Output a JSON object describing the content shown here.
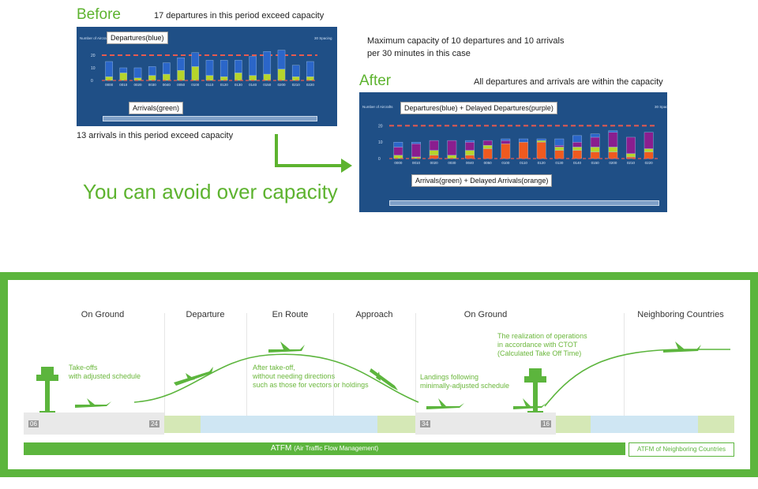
{
  "top": {
    "before_title": "Before",
    "after_title": "After",
    "before_note_top": "17 departures in this period exceed capacity",
    "before_note_bottom": "13 arrivals in this period exceed capacity",
    "max_capacity_note_line1": "Maximum capacity of 10 departures and 10 arrivals",
    "max_capacity_note_line2": "per 30 minutes in this case",
    "after_note_top": "All departures and arrivals are within the capacity",
    "slogan": "You can avoid over capacity",
    "before_callout_dep": "Departures(blue)",
    "before_callout_arr": "Arrivals(green)",
    "after_callout_dep": "Departures(blue) + Delayed Departures(purple)",
    "after_callout_arr": "Arrivals(green) + Delayed Arrivals(orange)",
    "y_axis_label": "Number of Aircrafts",
    "y_axis_right": "30 Spacing",
    "y_tick_20": "20",
    "y_tick_10": "10",
    "y_tick_0": "0"
  },
  "colors": {
    "panel": "#1f4f86",
    "departures": "#2b66c9",
    "arrivals": "#b6d52b",
    "delayed_departures": "#8a1e8f",
    "delayed_arrivals": "#ef5a1f",
    "capacity_line": "#e85a4f",
    "brand_green": "#5db32f"
  },
  "chart_data": [
    {
      "type": "bar",
      "title": "Before",
      "categories": [
        "0000",
        "0010",
        "0020",
        "0030",
        "0040",
        "0050",
        "0100",
        "0110",
        "0120",
        "0130",
        "0140",
        "0150",
        "0200",
        "0210",
        "0220"
      ],
      "series": [
        {
          "name": "Departures(blue)",
          "values": [
            12,
            4,
            8,
            7,
            9,
            10,
            11,
            12,
            13,
            10,
            15,
            18,
            15,
            9,
            12
          ]
        },
        {
          "name": "Arrivals(green)",
          "values": [
            3,
            6,
            2,
            4,
            5,
            8,
            11,
            4,
            3,
            6,
            4,
            5,
            9,
            3,
            3
          ]
        }
      ],
      "ylim": [
        0,
        25
      ]
    },
    {
      "type": "bar",
      "title": "After",
      "categories": [
        "0000",
        "0010",
        "0020",
        "0030",
        "0040",
        "0050",
        "0100",
        "0110",
        "0120",
        "0130",
        "0140",
        "0150",
        "0200",
        "0210",
        "0220"
      ],
      "series": [
        {
          "name": "Departures(blue)",
          "values": [
            3,
            1,
            0,
            0,
            1,
            0,
            1,
            2,
            1,
            4,
            4,
            2,
            1,
            0,
            0
          ]
        },
        {
          "name": "Delayed Departures(purple)",
          "values": [
            5,
            8,
            6,
            9,
            5,
            3,
            2,
            0,
            0,
            1,
            3,
            6,
            9,
            10,
            10
          ]
        },
        {
          "name": "Arrivals(green)",
          "values": [
            2,
            1,
            3,
            2,
            3,
            2,
            0,
            0,
            1,
            2,
            2,
            3,
            3,
            2,
            2
          ]
        },
        {
          "name": "Delayed Arrivals(orange)",
          "values": [
            0,
            0,
            2,
            0,
            2,
            6,
            9,
            10,
            10,
            5,
            5,
            4,
            4,
            1,
            4
          ]
        }
      ],
      "ylim": [
        0,
        25
      ]
    }
  ],
  "bottom": {
    "phase_on_ground_1": "On Ground",
    "phase_departure": "Departure",
    "phase_en_route": "En Route",
    "phase_approach": "Approach",
    "phase_on_ground_2": "On Ground",
    "phase_neighboring": "Neighboring Countries",
    "note_takeoffs_1": "Take-offs",
    "note_takeoffs_2": "with adjusted schedule",
    "note_after_takeoff_1": "After take-off,",
    "note_after_takeoff_2": "without needing directions",
    "note_after_takeoff_3": "such as those for vectors or holdings",
    "note_landings_1": "Landings following",
    "note_landings_2": "minimally-adjusted schedule",
    "note_ctot_1": "The realization of operations",
    "note_ctot_2": "in accordance with CTOT",
    "note_ctot_3": "(Calculated Take Off Time)",
    "atfm_label": "ATFM",
    "atfm_sub": "(Air Traffic Flow Management)",
    "atfm_neighbor": "ATFM of Neighboring Countries",
    "runway_1_left": "06",
    "runway_1_right": "24",
    "runway_2_left": "34",
    "runway_2_right": "16"
  }
}
